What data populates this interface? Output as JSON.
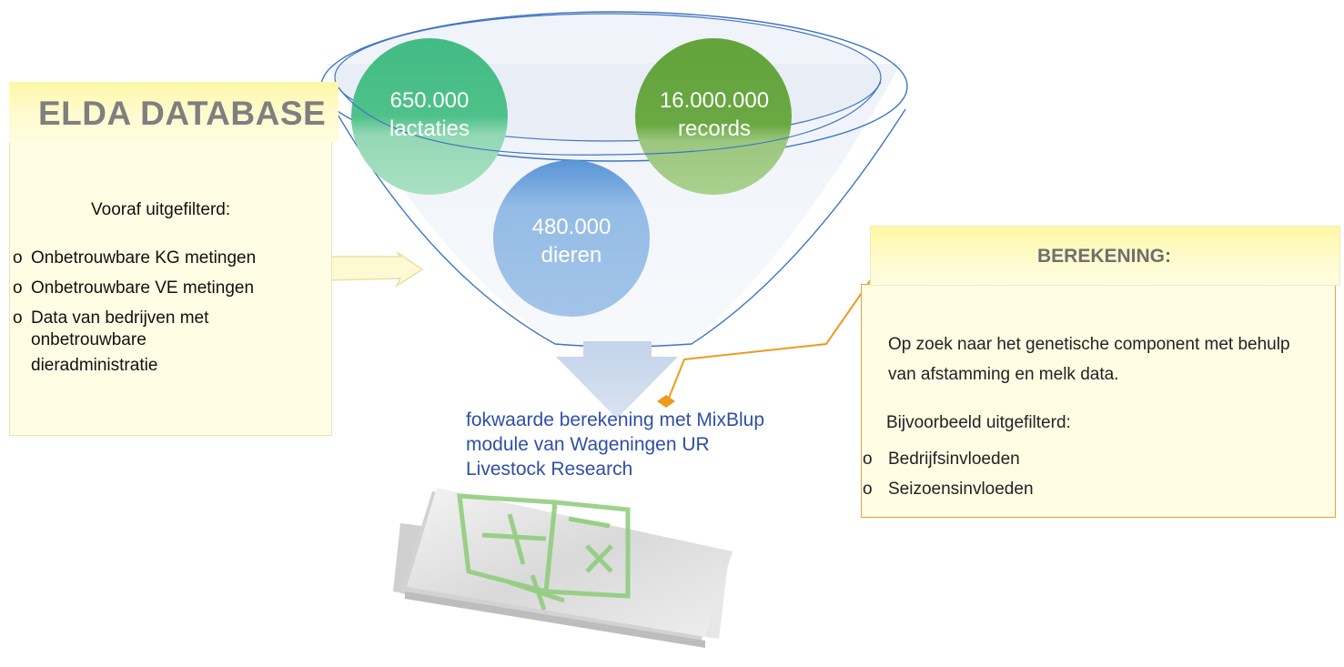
{
  "funnel": {
    "bubbles": [
      {
        "id": "lactaties",
        "number": "650.000",
        "label": "lactaties",
        "color": "#4fc18a"
      },
      {
        "id": "records",
        "number": "16.000.000",
        "label": "records",
        "color": "#6aa843"
      },
      {
        "id": "dieren",
        "number": "480.000",
        "label": "dieren",
        "color": "#8fb8e2"
      }
    ]
  },
  "left_note": {
    "title": "ELDA DATABASE",
    "subtitle": "Vooraf uitgefilterd:",
    "bullet_symbol": "o",
    "items": [
      {
        "text": "Onbetrouwbare KG metingen"
      },
      {
        "text": "Onbetrouwbare VE metingen"
      },
      {
        "text": "Data van bedrijven met",
        "continuation": [
          "onbetrouwbare",
          "dieradministratie"
        ]
      }
    ]
  },
  "right_note": {
    "title": "BEREKENING:",
    "description": "Op zoek naar het genetische component met behulp van afstamming en melk data.",
    "subtitle": "Bijvoorbeeld uitgefilterd:",
    "bullet_symbol": "o",
    "items": [
      "Bedrijfsinvloeden",
      "Seizoensinvloeden"
    ]
  },
  "calculation": {
    "text": "fokwaarde berekening met MixBlup module van Wageningen UR Livestock Research"
  },
  "colors": {
    "funnel_outline": "#3f74c4",
    "arrow": "#c8d6ec",
    "note_yellow": "#fffde4",
    "note_tape": "#fdf8a6",
    "connector_orange": "#ee9a1e",
    "calc_text": "#2f4fa8",
    "calculator_green": "#8ccc78"
  }
}
